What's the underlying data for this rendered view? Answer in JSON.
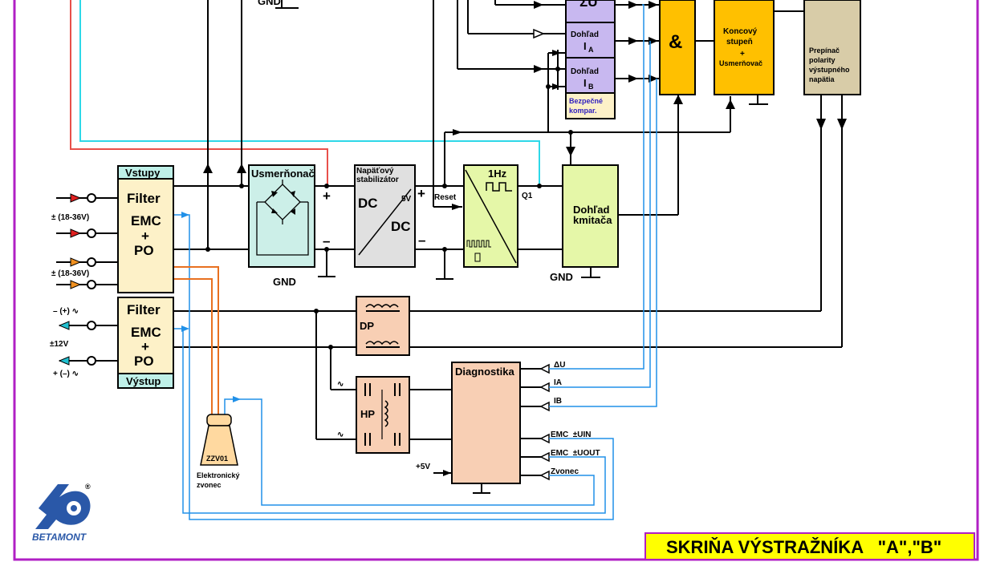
{
  "title_banner": "SKRIŇA VÝSTRAŽNÍKA   \"A\",\"B\"",
  "logo_text": "BETAMONT",
  "logo_mark": "®",
  "colors": {
    "frame": "#b01fc4",
    "title_bg": "#ffff00",
    "filter_bg": "#fdf1c8",
    "filter_header": "#bff0e8",
    "rectifier_bg": "#ccefe8",
    "dcdc_bg": "#e0e0e0",
    "osc_bg": "#e5f7a8",
    "watch_bg": "#e5f7a8",
    "peach": "#f8cfb4",
    "orange_block": "#ffc000",
    "tan_block": "#d8cca8",
    "lavender": "#c8b8f0",
    "red_wire": "#e8504a",
    "cyan_wire": "#2ed8e8",
    "blue_wire": "#2090e8",
    "orange_wire": "#e87020"
  },
  "input_block": {
    "header": "Vstupy",
    "line1": "Filter",
    "line2": "EMC",
    "line3": "+",
    "line4": "PO",
    "supply_label_1": "± (18-36V)",
    "supply_label_2": "± (18-36V)"
  },
  "output_block": {
    "footer": "Výstup",
    "line1": "Filter",
    "line2": "EMC",
    "line3": "+",
    "line4": "PO",
    "label_top": "– (+) ∿",
    "label_mid": "±12V",
    "label_bot": "+ (–) ∿"
  },
  "rectifier": {
    "title": "Usmerňonač",
    "plus": "+",
    "minus": "–",
    "gnd": "GND"
  },
  "dcdc": {
    "title1": "Napäťový",
    "title2": "stabilizátor",
    "dc_top": "DC",
    "dc_bot": "DC",
    "volt": "5V",
    "plus": "+",
    "minus": "–"
  },
  "oscillator": {
    "freq": "1Hz",
    "reset": "Reset",
    "q1": "Q1"
  },
  "watchdog": {
    "line1": "Dohľad",
    "line2": "kmitača",
    "gnd": "GND"
  },
  "dp_filter": {
    "label": "DP"
  },
  "hp_filter": {
    "label": "HP"
  },
  "diagnostics": {
    "title": "Diagnostika",
    "supply": "+5V",
    "inputs": [
      "ΔU",
      "IA",
      "IB",
      "EMC  ±UIN",
      "EMC  ±UOUT",
      "Zvonec"
    ]
  },
  "bell": {
    "label": "ZZV01",
    "caption1": "Elektronický",
    "caption2": "zvonec"
  },
  "supervision": {
    "top_label": "ΣU",
    "ia_1": "Dohľad",
    "ia_2": "I",
    "ia_sub": "A",
    "ib_1": "Dohľad",
    "ib_2": "I",
    "ib_sub": "B",
    "safe_1": "Bezpečné",
    "safe_2": "kompar."
  },
  "and_gate": {
    "symbol": "&"
  },
  "output_stage": {
    "line1": "Koncový",
    "line2": "stupeň",
    "line3": "+",
    "line4": "Usmerňovač"
  },
  "polarity": {
    "line1": "Prepínač",
    "line2": "polarity",
    "line3": "výstupného",
    "line4": "napätia"
  },
  "top_gnd": "GND"
}
